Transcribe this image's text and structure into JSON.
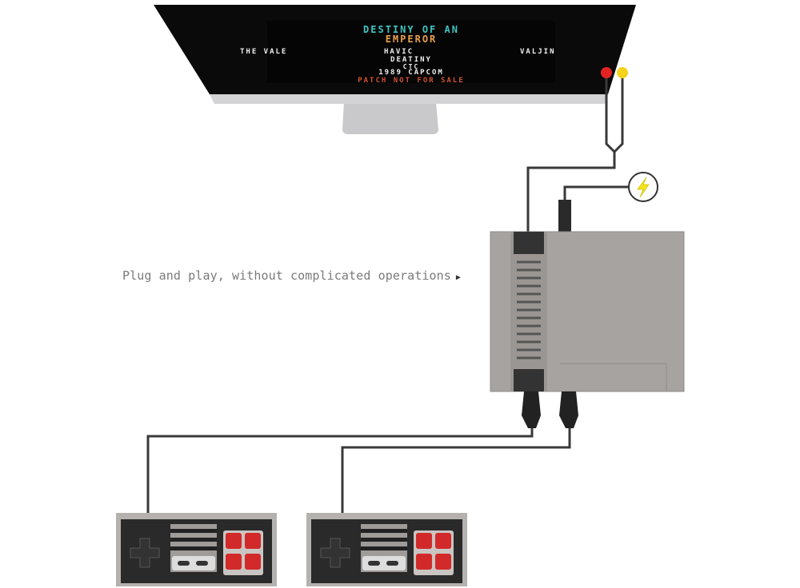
{
  "caption": {
    "text": "Plug and play, without complicated operations",
    "arrow_icon": "caret-right-icon"
  },
  "screen": {
    "title_line1": "DESTINY OF AN",
    "title_line2": "EMPEROR",
    "credits_left": "THE VALE",
    "credits_mid": "HAVIC",
    "credits_right": "VALJIN",
    "credits_line2": "DEATINY",
    "credits_line3": "CTC",
    "copyright": "1989 CAPCOM",
    "notice": "PATCH NOT FOR SALE"
  },
  "colors": {
    "av_red": "#e52222",
    "av_yellow": "#f5d21b",
    "power_bolt": "#f2e31c",
    "console_gray": "#a7a3a1",
    "button_red": "#d22a2a"
  }
}
